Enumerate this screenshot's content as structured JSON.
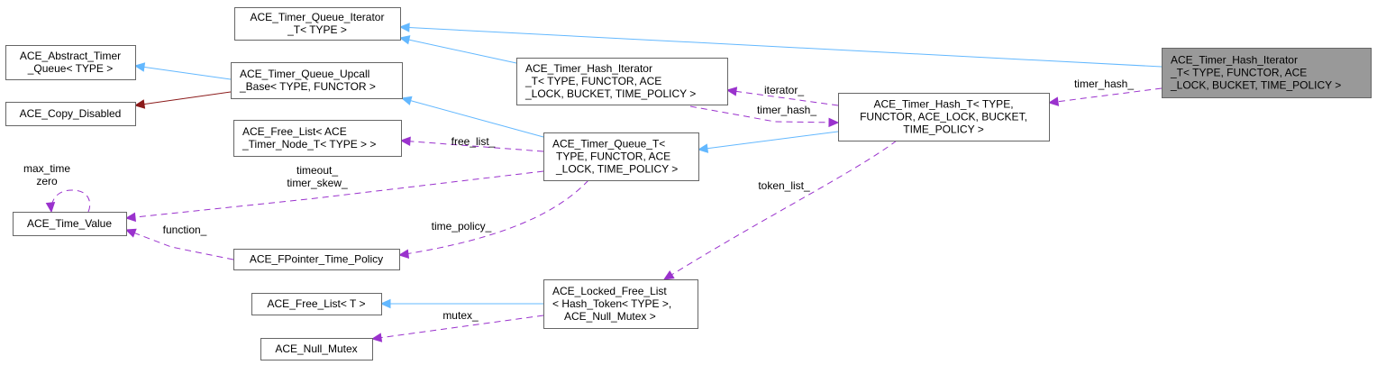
{
  "diagram": {
    "type": "collaboration-graph",
    "nodes": [
      {
        "id": "tqi",
        "lines": [
          "ACE_Timer_Queue_Iterator",
          "_T< TYPE >"
        ]
      },
      {
        "id": "atq",
        "lines": [
          "ACE_Abstract_Timer",
          "_Queue< TYPE >"
        ]
      },
      {
        "id": "cd",
        "lines": [
          "ACE_Copy_Disabled"
        ]
      },
      {
        "id": "tqub",
        "lines": [
          "ACE_Timer_Queue_Upcall",
          "_Base< TYPE, FUNCTOR >"
        ]
      },
      {
        "id": "thi_inner",
        "lines": [
          "ACE_Timer_Hash_Iterator",
          "_T< TYPE, FUNCTOR, ACE",
          "_LOCK, BUCKET, TIME_POLICY >"
        ]
      },
      {
        "id": "fl_node",
        "lines": [
          "ACE_Free_List< ACE",
          "_Timer_Node_T< TYPE > >"
        ]
      },
      {
        "id": "tq",
        "lines": [
          "ACE_Timer_Queue_T<",
          "TYPE, FUNCTOR, ACE",
          "_LOCK, TIME_POLICY >"
        ]
      },
      {
        "id": "th",
        "lines": [
          "ACE_Timer_Hash_T< TYPE,",
          "FUNCTOR, ACE_LOCK, BUCKET,",
          "TIME_POLICY >"
        ]
      },
      {
        "id": "thi_main",
        "lines": [
          "ACE_Timer_Hash_Iterator",
          "_T< TYPE, FUNCTOR, ACE",
          "_LOCK, BUCKET, TIME_POLICY >"
        ],
        "highlighted": true
      },
      {
        "id": "tv",
        "lines": [
          "ACE_Time_Value"
        ]
      },
      {
        "id": "fptp",
        "lines": [
          "ACE_FPointer_Time_Policy"
        ]
      },
      {
        "id": "fl_t",
        "lines": [
          "ACE_Free_List< T >"
        ]
      },
      {
        "id": "nm",
        "lines": [
          "ACE_Null_Mutex"
        ]
      },
      {
        "id": "lfl",
        "lines": [
          "ACE_Locked_Free_List",
          "< Hash_Token< TYPE >,",
          "ACE_Null_Mutex >"
        ]
      }
    ],
    "edges": [
      {
        "from": "thi_main",
        "to": "tqi",
        "kind": "inherit",
        "label": ""
      },
      {
        "from": "thi_inner",
        "to": "tqi",
        "kind": "inherit",
        "label": ""
      },
      {
        "from": "tqub",
        "to": "atq",
        "kind": "inherit",
        "label": ""
      },
      {
        "from": "tqub",
        "to": "cd",
        "kind": "private",
        "label": ""
      },
      {
        "from": "tq",
        "to": "tqub",
        "kind": "inherit",
        "label": ""
      },
      {
        "from": "th",
        "to": "tq",
        "kind": "inherit",
        "label": ""
      },
      {
        "from": "th",
        "to": "thi_inner",
        "kind": "usage",
        "label": "iterator_"
      },
      {
        "from": "thi_inner",
        "to": "th",
        "kind": "usage",
        "label": "timer_hash_"
      },
      {
        "from": "thi_main",
        "to": "th",
        "kind": "usage",
        "label": "timer_hash_"
      },
      {
        "from": "tq",
        "to": "fl_node",
        "kind": "usage",
        "label": "free_list_"
      },
      {
        "from": "tq",
        "to": "tv",
        "kind": "usage",
        "label": "timeout_\ntimer_skew_"
      },
      {
        "from": "tv",
        "to": "tv",
        "kind": "usage",
        "label": "max_time\nzero"
      },
      {
        "from": "fptp",
        "to": "tv",
        "kind": "usage",
        "label": "function_"
      },
      {
        "from": "tq",
        "to": "fptp",
        "kind": "usage",
        "label": "time_policy_"
      },
      {
        "from": "th",
        "to": "lfl",
        "kind": "usage",
        "label": "token_list_"
      },
      {
        "from": "lfl",
        "to": "fl_t",
        "kind": "inherit",
        "label": ""
      },
      {
        "from": "lfl",
        "to": "nm",
        "kind": "usage",
        "label": "mutex_"
      }
    ],
    "colors": {
      "inherit": "#63b8ff",
      "private": "#8b1a1a",
      "usage": "#9a32cd",
      "highlight_fill": "#999999",
      "node_border": "#666666"
    }
  }
}
